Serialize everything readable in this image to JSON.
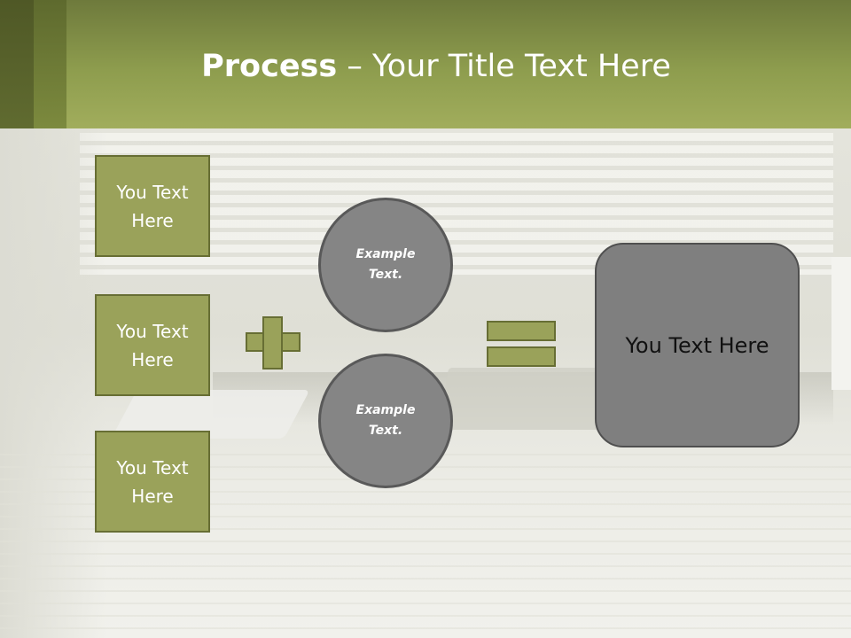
{
  "slide": {
    "title_bold": "Process",
    "title_rest": " – Your Title Text Here"
  },
  "inputs": [
    {
      "label": "You Text Here"
    },
    {
      "label": "You Text Here"
    },
    {
      "label": "You Text Here"
    }
  ],
  "circles": [
    {
      "label": "Example Text."
    },
    {
      "label": "Example Text."
    }
  ],
  "result": {
    "label": "You Text Here"
  },
  "colors": {
    "header": "#97a553",
    "box_fill": "#9aa25a",
    "box_border": "#676e34",
    "circle_fill": "#858585",
    "result_fill": "#7f7f7f"
  }
}
